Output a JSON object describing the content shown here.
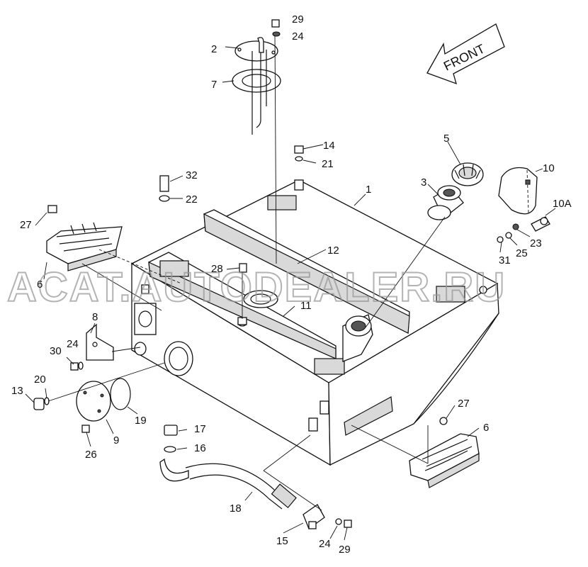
{
  "diagram": {
    "front_label": "FRONT",
    "watermark": "ACAT.AUTODEALER.RU",
    "callouts": {
      "c29a": "29",
      "c24a": "24",
      "c2": "2",
      "c7": "7",
      "c14": "14",
      "c21": "21",
      "c5": "5",
      "c32": "32",
      "c22": "22",
      "c1": "1",
      "c3": "3",
      "c10": "10",
      "c10A": "10A",
      "c27a": "27",
      "c23": "23",
      "c25": "25",
      "c31": "31",
      "c12": "12",
      "c28": "28",
      "c6a": "6",
      "c11": "11",
      "c8": "8",
      "c24b": "24",
      "c30": "30",
      "c20": "20",
      "c13": "13",
      "c19": "19",
      "c9": "9",
      "c26": "26",
      "c17": "17",
      "c16": "16",
      "c27b": "27",
      "c6b": "6",
      "c18": "18",
      "c15": "15",
      "c24c": "24",
      "c29b": "29"
    }
  }
}
